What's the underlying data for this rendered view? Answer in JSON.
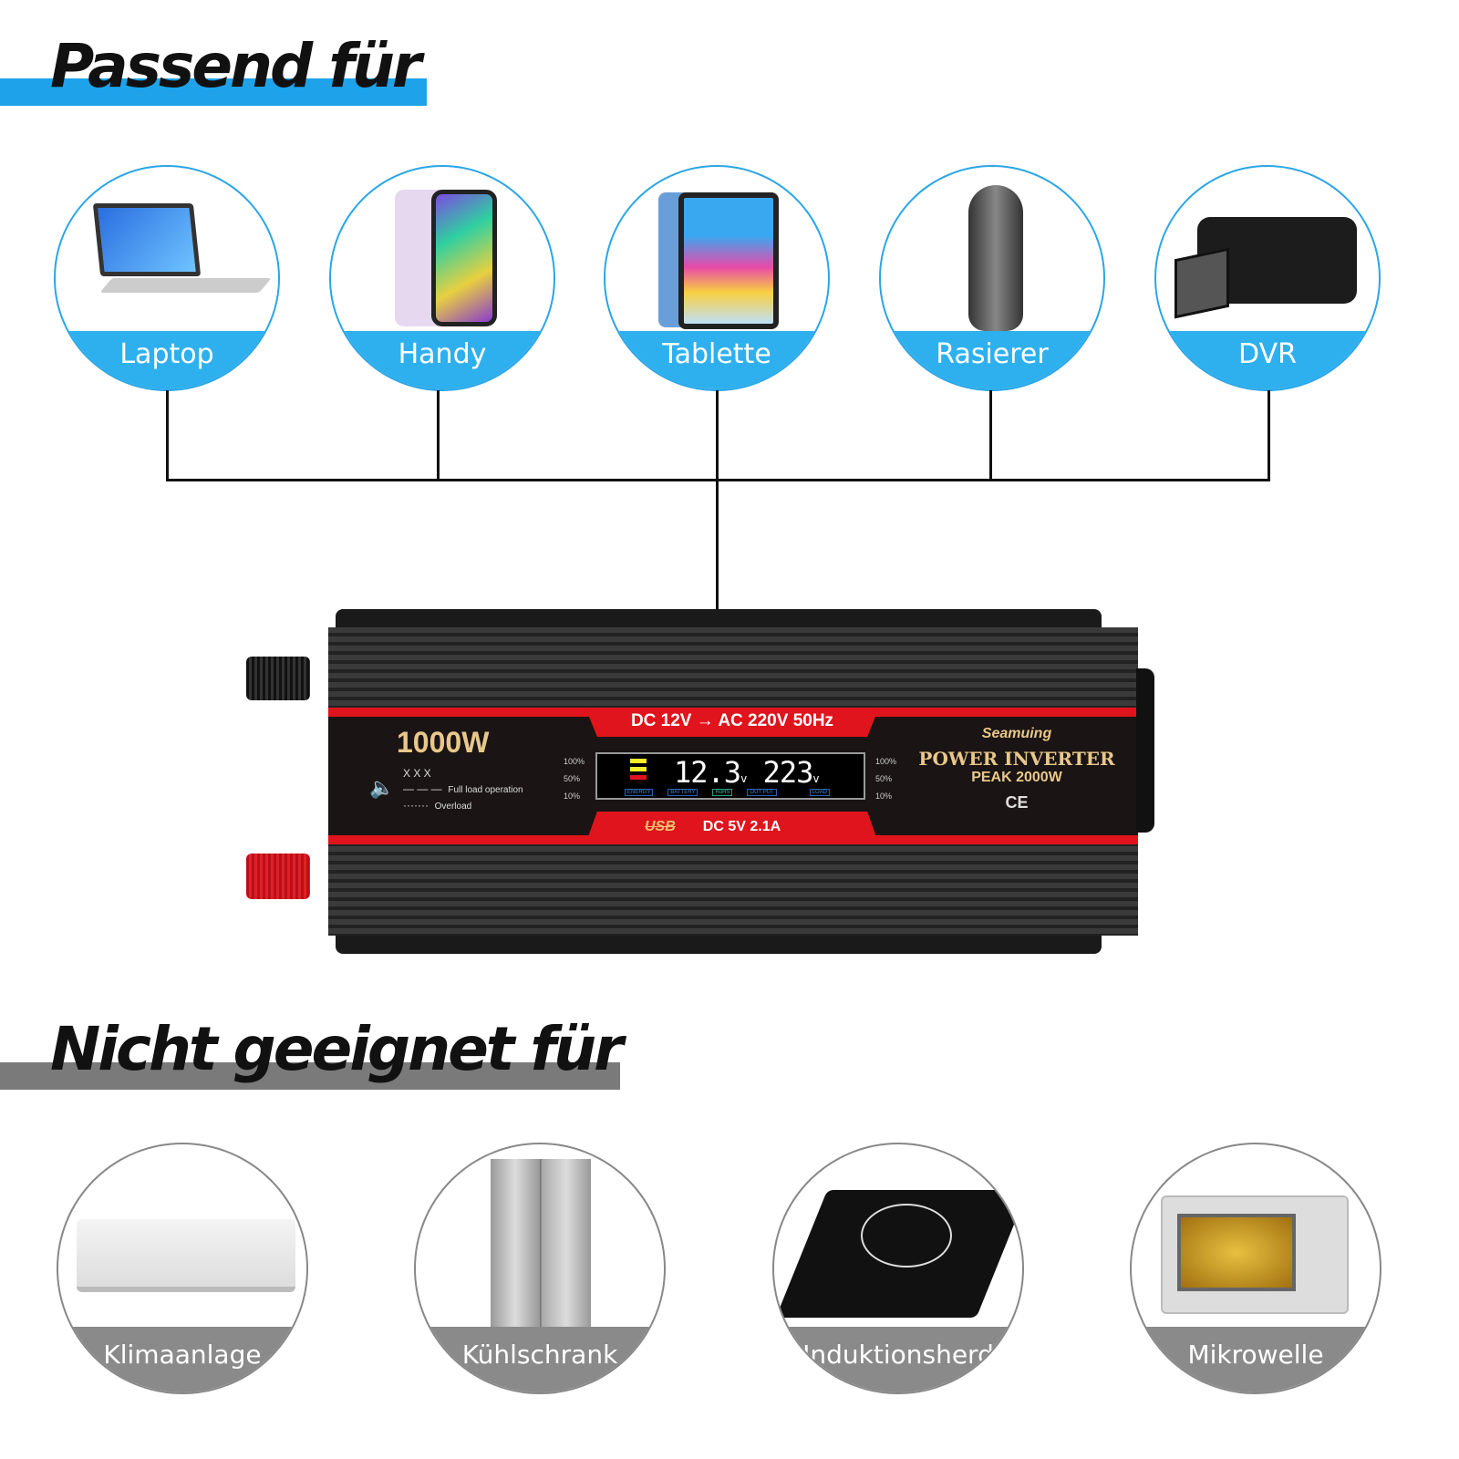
{
  "suitable": {
    "title": "Passend für",
    "accent": "#1ea3ea",
    "items": [
      {
        "label": "Laptop",
        "icon": "laptop-icon"
      },
      {
        "label": "Handy",
        "icon": "phone-icon"
      },
      {
        "label": "Tablette",
        "icon": "tablet-icon"
      },
      {
        "label": "Rasierer",
        "icon": "shaver-icon"
      },
      {
        "label": "DVR",
        "icon": "camcorder-icon"
      }
    ]
  },
  "inverter": {
    "conversion": "DC  12V → AC  220V  50Hz",
    "power": "1000W",
    "alarm_xxx": "X X X",
    "full_load": "Full load operation",
    "overload": "Overload",
    "pct": [
      "100%",
      "50%",
      "10%"
    ],
    "lcd_in": "12.3",
    "lcd_out": "223",
    "lcd_unit": "v",
    "lcd_tags": [
      "ENERGY",
      "BATTERY",
      "RoHS",
      "OUT PUT",
      "LOAD"
    ],
    "usb": "USB",
    "usb_spec": "DC  5V  2.1A",
    "brand": "Seamuing",
    "product": "POWER INVERTER",
    "peak": "PEAK  2000W",
    "cert": "CE"
  },
  "unsuitable": {
    "title": "Nicht geeignet für",
    "accent": "#7a7a7a",
    "items": [
      {
        "label": "Klimaanlage",
        "icon": "air-conditioner-icon"
      },
      {
        "label": "Kühlschrank",
        "icon": "fridge-icon"
      },
      {
        "label": "Induktionsherd",
        "icon": "induction-cooker-icon"
      },
      {
        "label": "Mikrowelle",
        "icon": "microwave-icon"
      }
    ]
  }
}
